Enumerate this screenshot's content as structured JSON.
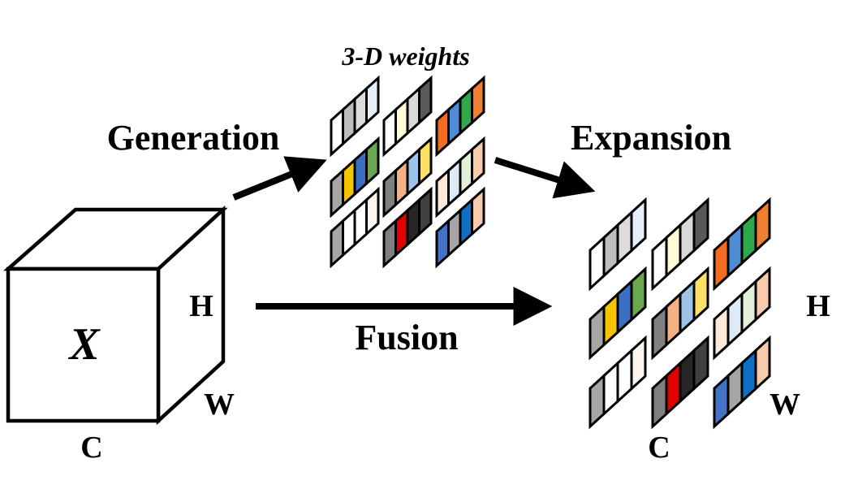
{
  "labels": {
    "weights_title": "3-D weights",
    "generation": "Generation",
    "expansion": "Expansion",
    "fusion": "Fusion",
    "cube_var": "X",
    "dim_h": "H",
    "dim_w": "W",
    "dim_c": "C"
  },
  "colors": {
    "stroke": "#000000",
    "cube_fill": "#ffffff"
  },
  "weight_strips": [
    [
      "#ffffff",
      "#bdbdbd",
      "#dcdcdc",
      "#e6eef7"
    ],
    [
      "#ffffff",
      "#fffbd6",
      "#d9d9d9",
      "#595959"
    ],
    [
      "#f26d21",
      "#4e8dd6",
      "#2ea84a",
      "#f08030"
    ],
    [
      "#a6a6a6",
      "#f5c400",
      "#3a6fc4",
      "#6aa84f"
    ],
    [
      "#808080",
      "#f4b183",
      "#9dc3e6",
      "#ffe066"
    ],
    [
      "#fde9d9",
      "#deebf7",
      "#e2f0d9",
      "#f8cbad"
    ],
    [
      "#a6a6a6",
      "#ffffff",
      "#ffffff",
      "#fdf6ee"
    ],
    [
      "#7f7f7f",
      "#e00000",
      "#262626",
      "#404040"
    ],
    [
      "#4472c4",
      "#a6a6a6",
      "#0f6fc6",
      "#f8cbad"
    ]
  ],
  "expanded_strips": [
    [
      "#ffffff",
      "#bdbdbd",
      "#dcdcdc",
      "#e6eef7"
    ],
    [
      "#ffffff",
      "#fffbd6",
      "#d9d9d9",
      "#595959"
    ],
    [
      "#f26d21",
      "#4e8dd6",
      "#2ea84a",
      "#f08030"
    ],
    [
      "#a6a6a6",
      "#f5c400",
      "#3a6fc4",
      "#6aa84f"
    ],
    [
      "#808080",
      "#f4b183",
      "#9dc3e6",
      "#ffe066"
    ],
    [
      "#fde9d9",
      "#deebf7",
      "#e2f0d9",
      "#f8cbad"
    ],
    [
      "#a6a6a6",
      "#ffffff",
      "#ffffff",
      "#fdf6ee"
    ],
    [
      "#7f7f7f",
      "#e00000",
      "#262626",
      "#404040"
    ],
    [
      "#4472c4",
      "#a6a6a6",
      "#0f6fc6",
      "#f8cbad"
    ]
  ]
}
